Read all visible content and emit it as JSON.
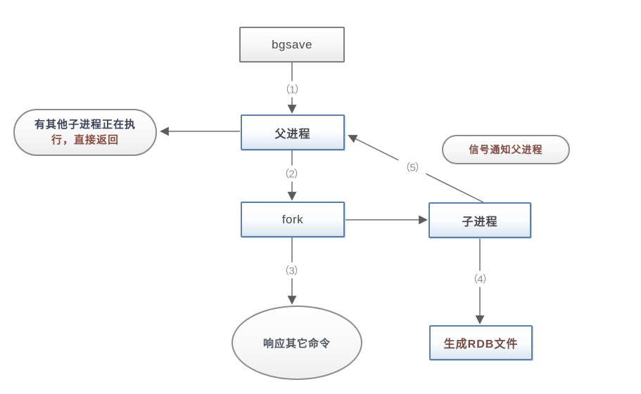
{
  "diagram": {
    "title_semantic": "Redis bgsave flow diagram",
    "nodes": {
      "bgsave": {
        "label": "bgsave"
      },
      "parent": {
        "label": "父进程"
      },
      "fork": {
        "label": "fork"
      },
      "child": {
        "label": "子进程"
      },
      "rdb": {
        "label": "生成RDB文件"
      },
      "respond": {
        "label": "响应其它命令"
      },
      "other_running": {
        "line1": "有其他子进程正在执",
        "line2": "行，直接返回"
      },
      "signal": {
        "label": "信号通知父进程"
      }
    },
    "edge_labels": {
      "step1": "（1）",
      "step2": "（2）",
      "step3": "（3）",
      "step4": "（4）",
      "step5": "（5）"
    },
    "colors": {
      "process_box_border": "#5b80aa",
      "process_box_fill": "#dce6f2",
      "neutral_border": "#8c8c8c",
      "bgsave_border": "#7f7f7f",
      "connector_line": "#6e6e6e",
      "edge_label_text": "#8b929c",
      "dark_text": "#46464c",
      "red_note_text": "#7d4a41"
    }
  }
}
